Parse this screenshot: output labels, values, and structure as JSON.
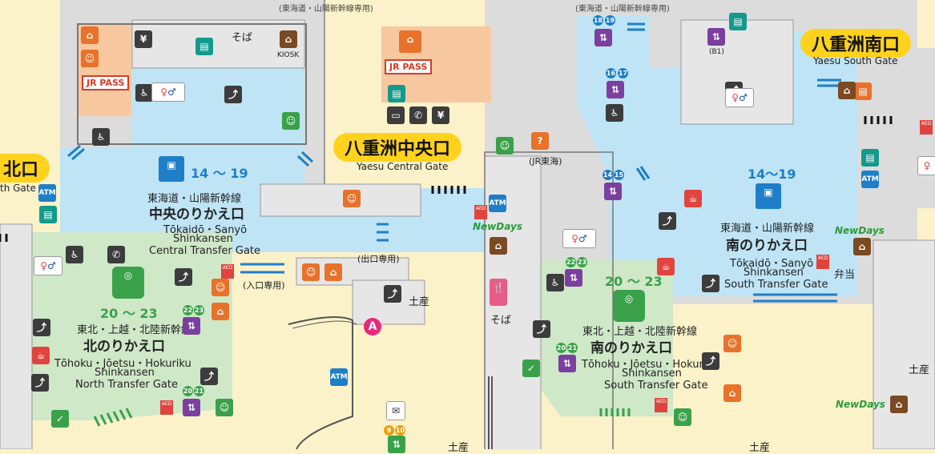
{
  "top_notes": {
    "left": "(東海道・山陽新幹線専用)",
    "right": "(東海道・山陽新幹線専用)"
  },
  "gates": {
    "north": {
      "ja": "北口",
      "en": "th Gate"
    },
    "central": {
      "ja": "八重洲中央口",
      "en": "Yaesu Central Gate"
    },
    "south": {
      "ja": "八重洲南口",
      "en": "Yaesu South Gate"
    }
  },
  "transfer_gates": {
    "central": {
      "line_ja": "東海道・山陽新幹線",
      "name_ja": "中央のりかえ口",
      "romaji1": "Tōkaidō・Sanyō",
      "romaji2": "Shinkansen",
      "romaji3": "Central Transfer Gate"
    },
    "south_tokaido": {
      "line_ja": "東海道・山陽新幹線",
      "name_ja": "南のりかえ口",
      "romaji1": "Tōkaidō・Sanyō",
      "romaji2": "Shinkansen",
      "romaji3": "South Transfer Gate"
    },
    "north_tohoku": {
      "line_ja": "東北・上越・北陸新幹線",
      "name_ja": "北のりかえ口",
      "romaji1": "Tōhoku・Jōetsu・Hokuriku",
      "romaji2": "Shinkansen",
      "romaji3": "North Transfer Gate"
    },
    "south_tohoku": {
      "line_ja": "東北・上越・北陸新幹線",
      "name_ja": "南のりかえ口",
      "romaji1": "Tōhoku・Jōetsu・Hokuriku",
      "romaji2": "Shinkansen",
      "romaji3": "South Transfer Gate"
    }
  },
  "platforms": {
    "central_range": "14 〜 19",
    "south_range": "14〜19",
    "north_green": "20 〜 23",
    "south_green": "20 〜 23",
    "p18": "18",
    "p19": "19",
    "p16": "16",
    "p17": "17",
    "p14": "14",
    "p15": "15",
    "p22": "22",
    "p23": "23",
    "p20": "20",
    "p21": "21",
    "p9": "9",
    "p10": "10"
  },
  "labels": {
    "soba1": "そば",
    "soba2": "そば",
    "kiosk": "KIOSK",
    "jrpass": "JR PASS",
    "jr_tokai": "(JR東海)",
    "exit_only": "(出口専用)",
    "entrance_only": "(入口専用)",
    "souvenir1": "土産",
    "souvenir2": "土産",
    "souvenir3": "土産",
    "souvenir4": "土産",
    "bento": "弁当",
    "b1": "(B1)",
    "newdays": "NewDays",
    "atm": "ATM",
    "aed": "AED",
    "marker_a": "A"
  },
  "colors": {
    "gate_yellow": "#ffd21e",
    "concourse_blue": "#bfe4f5",
    "concourse_green": "#cfe8c8",
    "shop_orange": "#f7c8a0",
    "floor_cream": "#fbf2c9",
    "wall_gray": "#dcdcdc",
    "escalator_blue": "#1e7fc8"
  }
}
